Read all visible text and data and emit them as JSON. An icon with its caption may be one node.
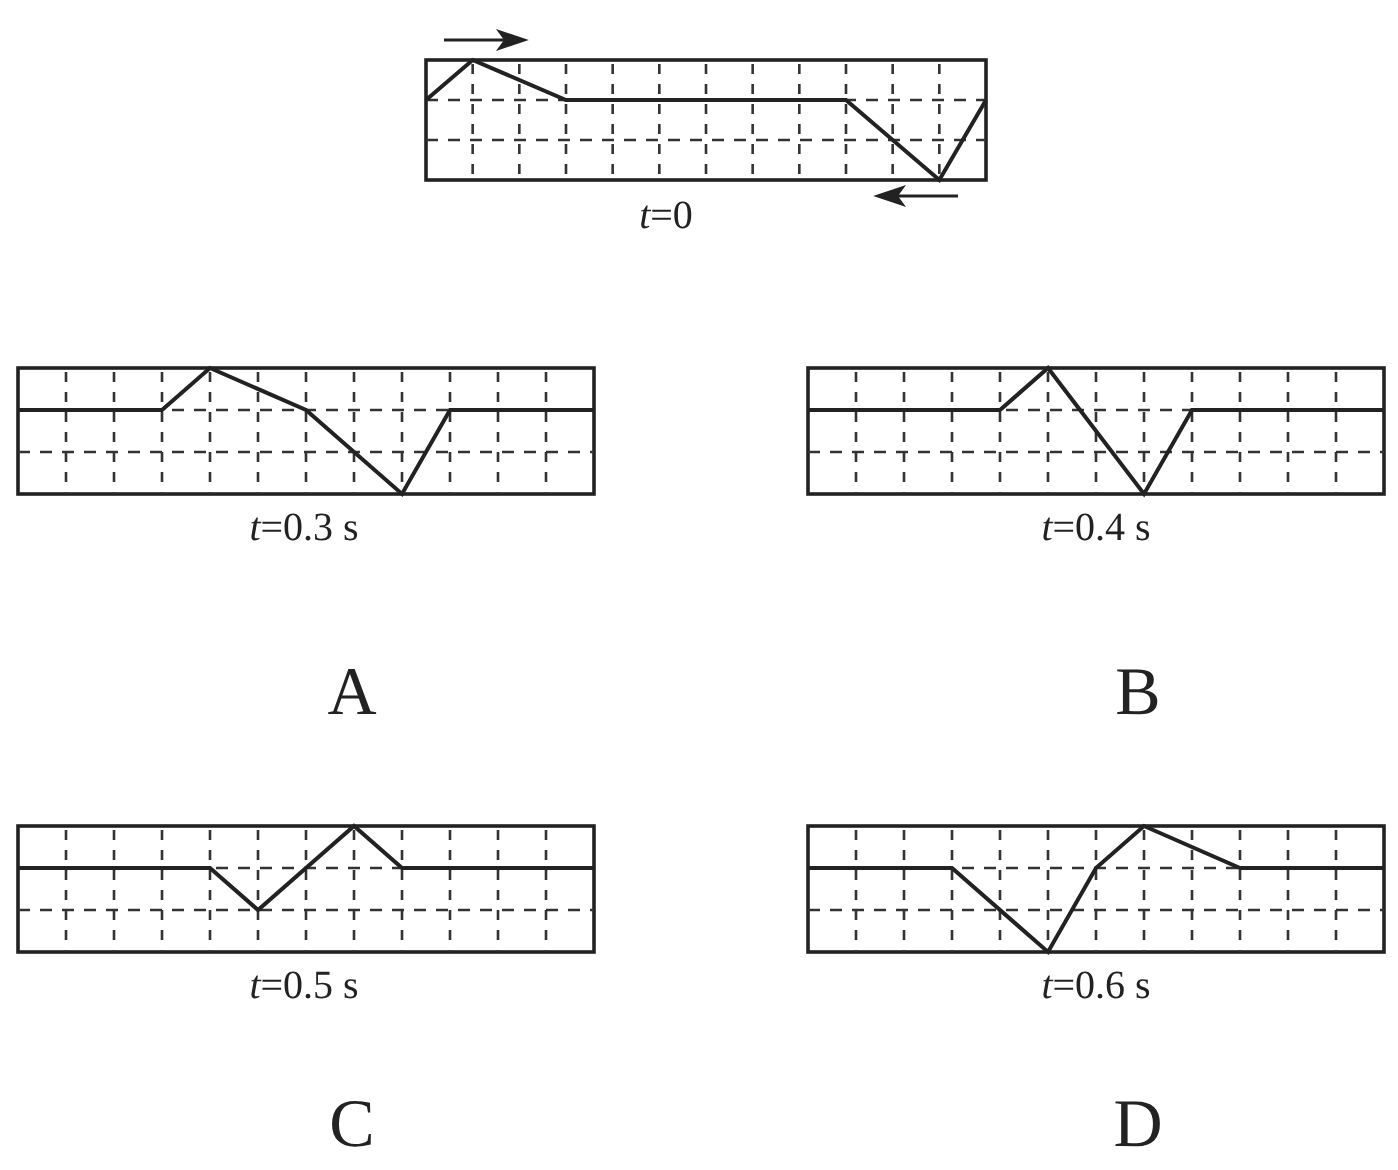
{
  "diagram": {
    "labels": [
      "*t*=0",
      "*t*=0.3 s",
      "*t*=0.4 s",
      "A",
      "B",
      "*t*=0.5 s",
      "*t*=0.6 s",
      "C",
      "D"
    ]
  }
}
